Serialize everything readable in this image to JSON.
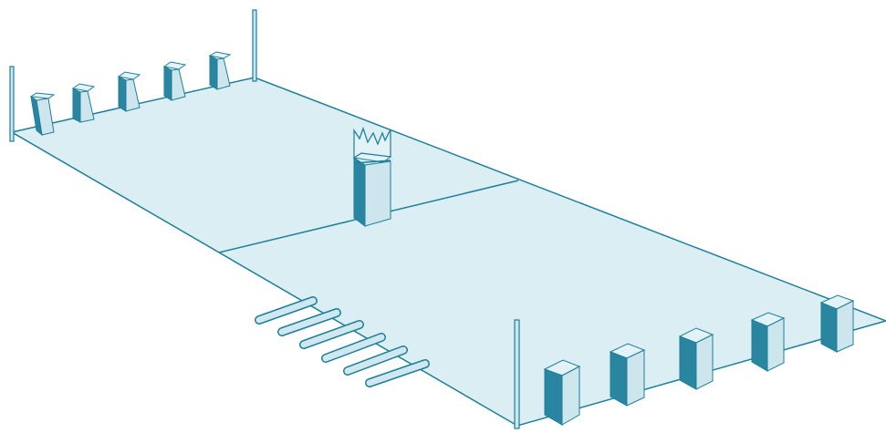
{
  "diagram": {
    "subject": "kubb-field",
    "colors": {
      "field_fill": "#dbeef3",
      "line": "#1d7f99",
      "block_front": "#cde6ee",
      "block_side": "#2a86a0",
      "block_top": "#e2f2f7",
      "stick_fill": "#cfe8f0"
    },
    "counts": {
      "kubbs_per_baseline": 5,
      "throwing_sticks": 6,
      "kings": 1,
      "corner_stakes": 3
    },
    "icons": [
      "kubb-block",
      "king-block",
      "throwing-stick",
      "corner-stake"
    ]
  }
}
